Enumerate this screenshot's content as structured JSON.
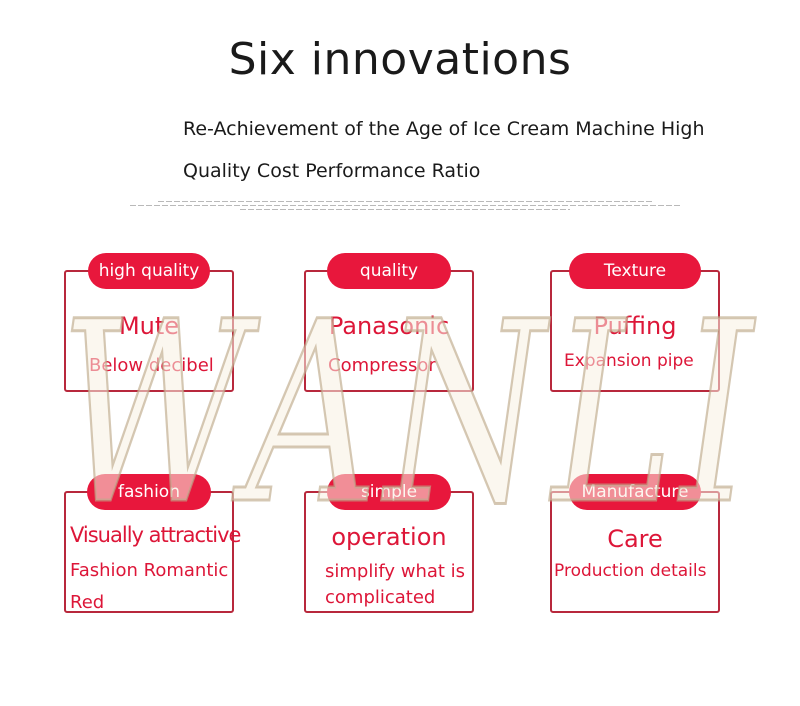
{
  "title": "Six innovations",
  "subtitle_line1": "Re-Achievement of the Age of Ice Cream Machine High",
  "subtitle_line2": "Quality Cost Performance Ratio",
  "watermark": "WANLI",
  "colors": {
    "accent": "#e8173c",
    "border": "#b8283c",
    "text_red": "#dd1638"
  },
  "cards": [
    {
      "tag": "high quality",
      "line1": "Mute",
      "line2": "Below decibel"
    },
    {
      "tag": "quality",
      "line1": "Panasonic",
      "line2": "Compressor"
    },
    {
      "tag": "Texture",
      "line1": "Puffing",
      "line2": "Expansion pipe"
    },
    {
      "tag": "fashion",
      "line1": "Visually attractive",
      "line2": "Fashion Romantic",
      "line3": "Red"
    },
    {
      "tag": "simple",
      "line1": "operation",
      "line2": "simplify what is",
      "line3": "complicated"
    },
    {
      "tag": "Manufacture",
      "line1": "Care",
      "line2": "Production details"
    }
  ]
}
